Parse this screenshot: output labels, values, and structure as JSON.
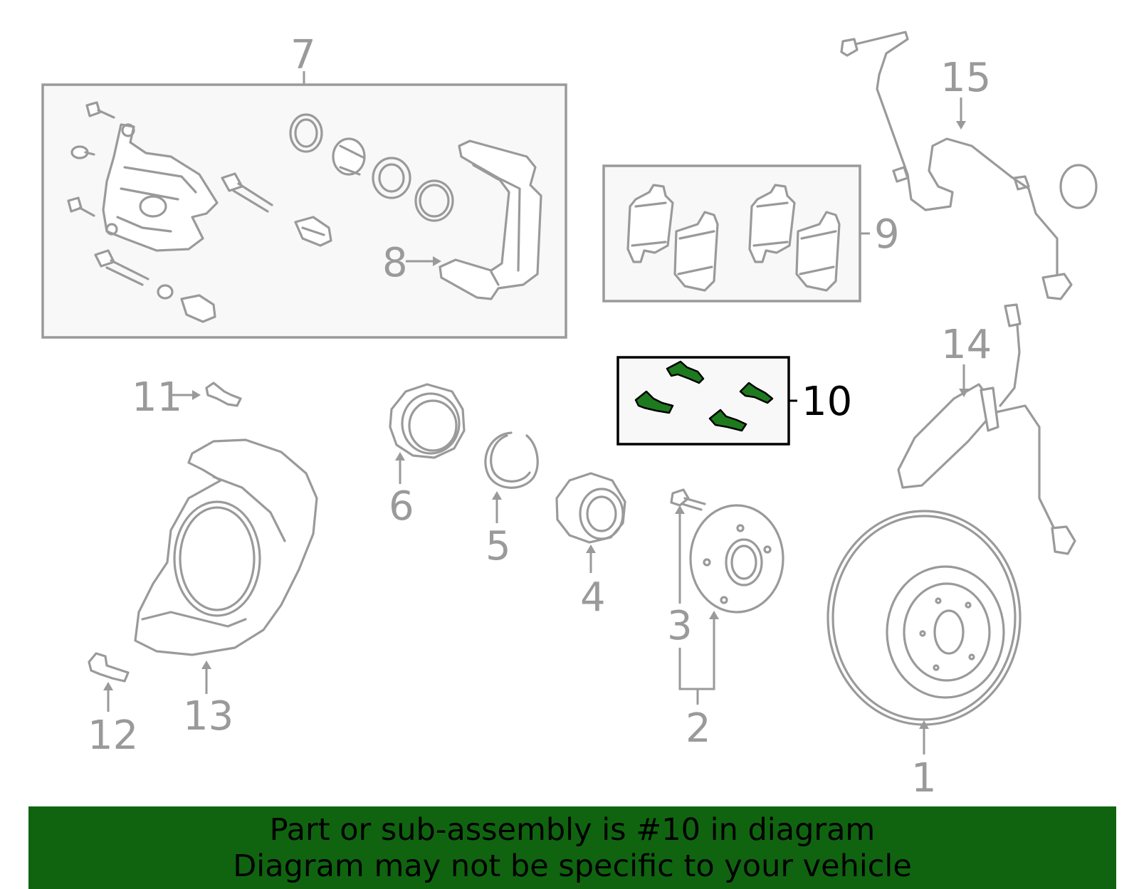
{
  "callouts": {
    "c1": "1",
    "c2": "2",
    "c3": "3",
    "c4": "4",
    "c5": "5",
    "c6": "6",
    "c7": "7",
    "c8": "8",
    "c9": "9",
    "c10": "10",
    "c11": "11",
    "c12": "12",
    "c13": "13",
    "c14": "14",
    "c15": "15"
  },
  "highlighted_part": "10",
  "banner": {
    "line1": "Part or sub-assembly is #10 in diagram",
    "line2": "Diagram may not be specific to your vehicle"
  },
  "colors": {
    "line_gray": "#9a9a9a",
    "highlight_green": "#1e7a1e",
    "banner_green": "#106410",
    "highlight_text": "#000000"
  }
}
